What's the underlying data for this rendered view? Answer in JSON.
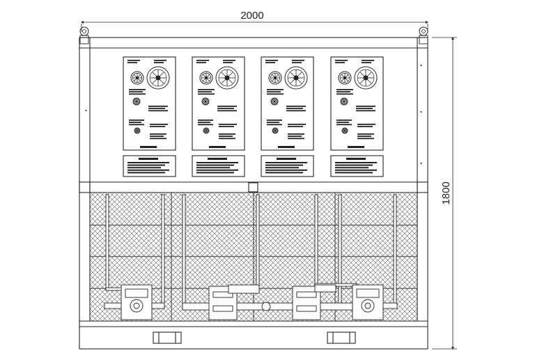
{
  "dimensions": {
    "width_label": "2000",
    "height_label": "1800"
  },
  "panels": [
    {
      "id": "panel-1"
    },
    {
      "id": "panel-2"
    },
    {
      "id": "panel-3"
    },
    {
      "id": "panel-4"
    }
  ],
  "colors": {
    "line": "#222222",
    "mesh": "#555555",
    "background": "#ffffff"
  }
}
